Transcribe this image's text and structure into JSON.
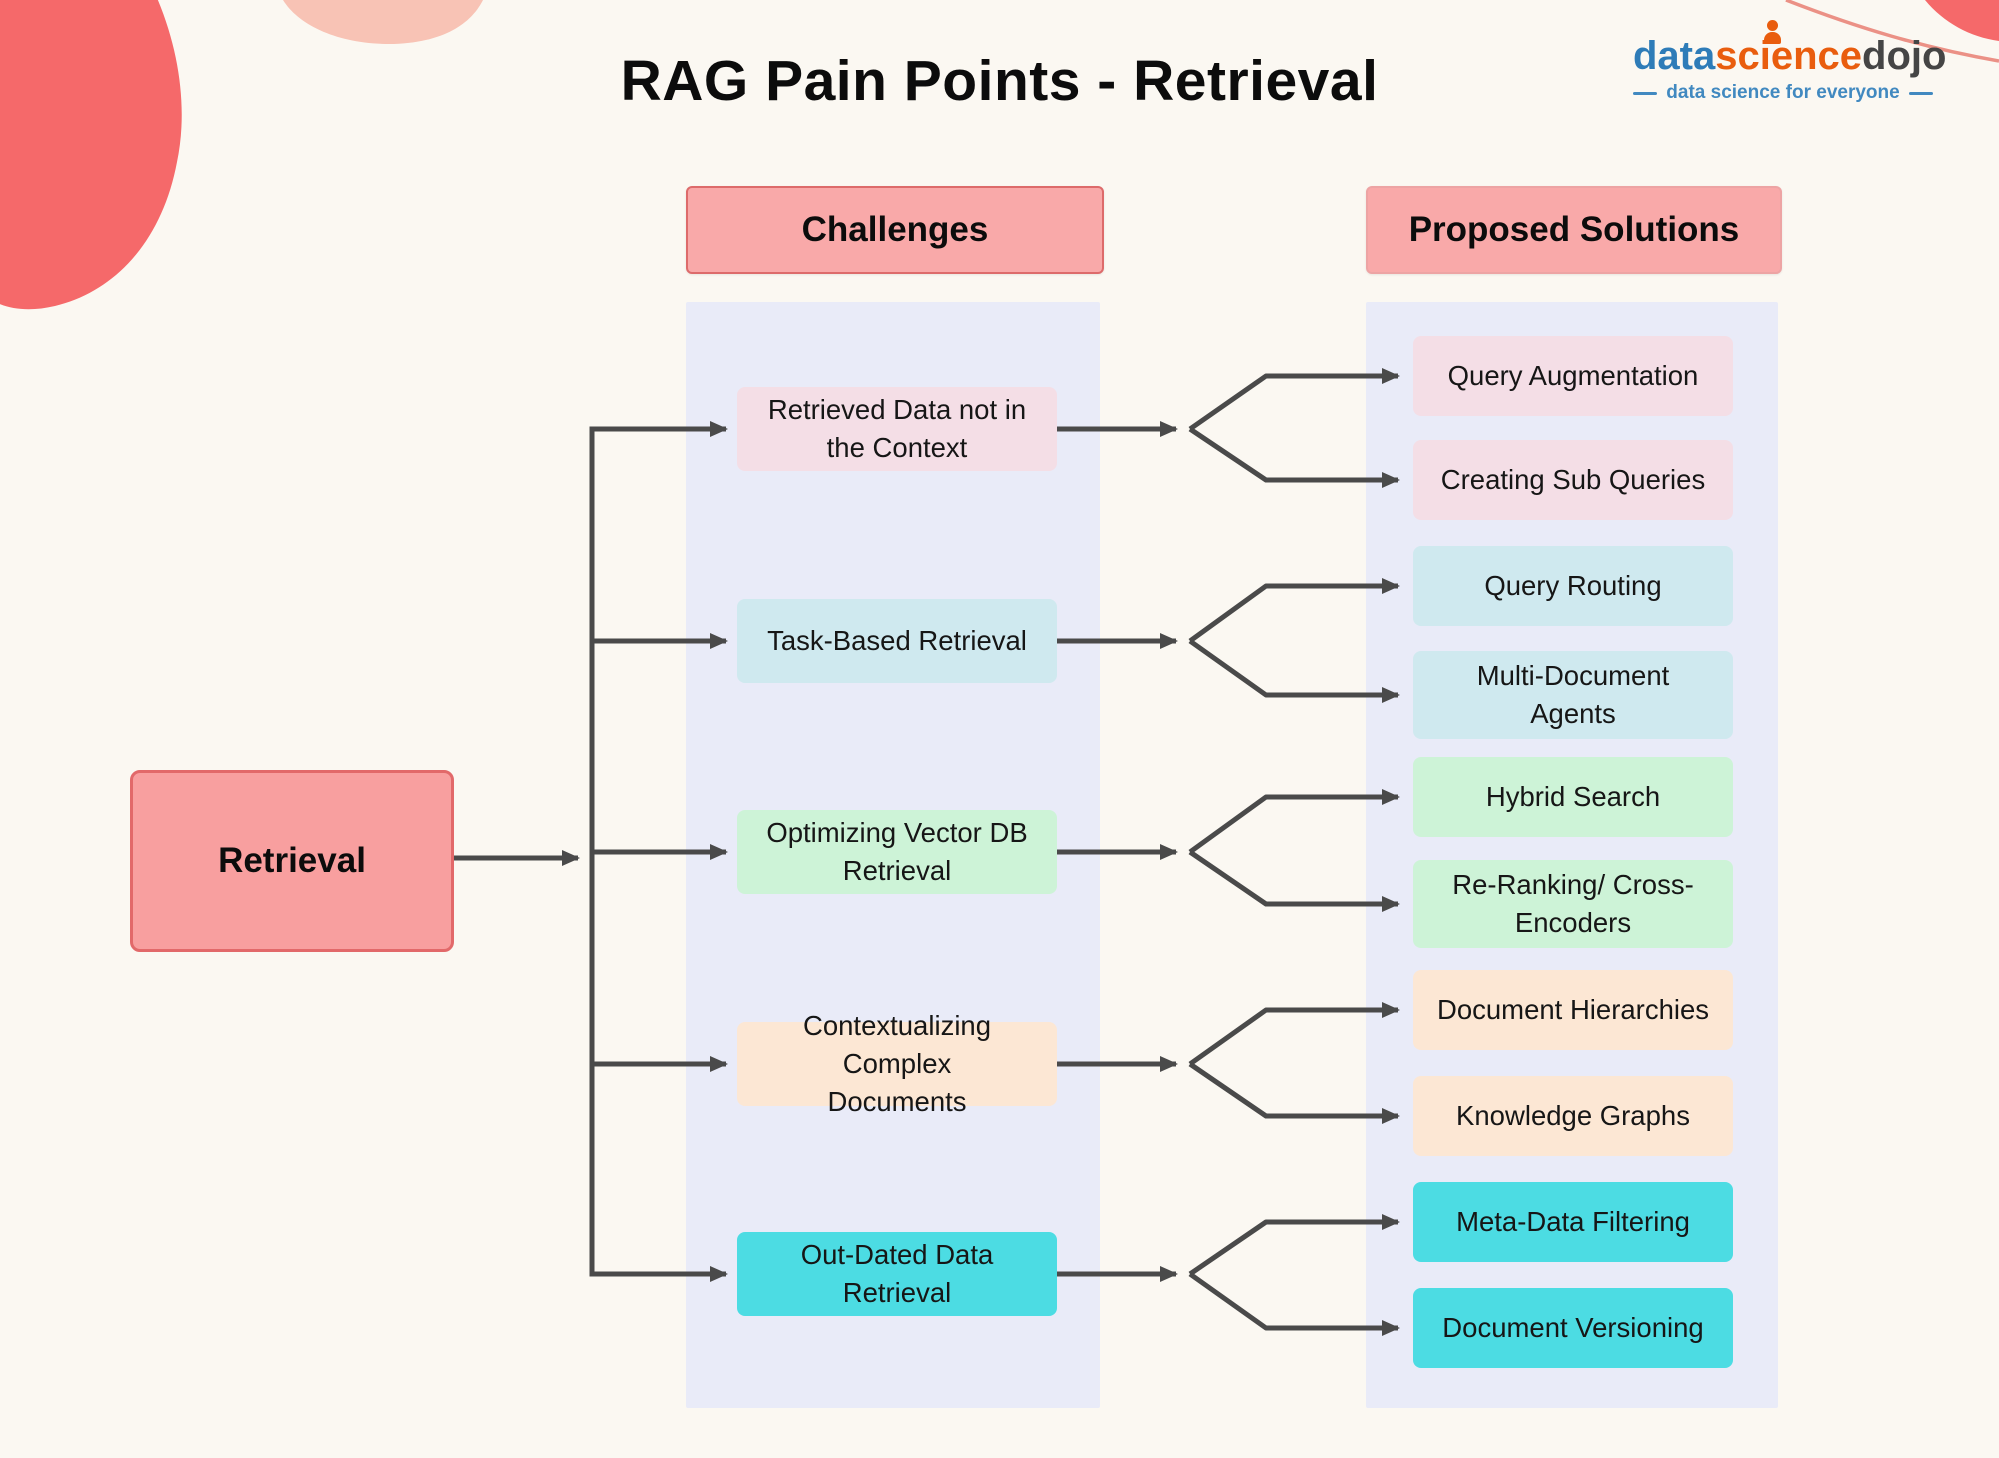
{
  "title": "RAG Pain Points - Retrieval",
  "logo": {
    "part1": "data",
    "part2": "science",
    "part3": "dojo",
    "tagline": "data science for everyone"
  },
  "palette": {
    "background": "#fbf8f2",
    "panel": "#e9ebf8",
    "header_fill": "#f9a9a9",
    "header_border": "#dd6b6b",
    "root_fill": "#f89f9f",
    "root_border": "#e2696a",
    "rose": "#f4dee6",
    "blue": "#cfe9ef",
    "green": "#cdf3d7",
    "peach": "#fce7d4",
    "cyan": "#4cdce3",
    "arrow": "#4a4a4a",
    "blob_coral": "#f5696a",
    "blob_salmon": "#f8c3b5",
    "logo_blue": "#2e7cb8",
    "logo_orange": "#e95d0e",
    "logo_dark": "#454545",
    "tagline_blue": "#4189c0"
  },
  "diagram": {
    "root": {
      "label": "Retrieval"
    },
    "columns": {
      "challenges": {
        "header": "Challenges"
      },
      "solutions": {
        "header": "Proposed Solutions"
      }
    },
    "challenges": [
      {
        "label": "Retrieved Data not in the Context",
        "color": "#f4dee6"
      },
      {
        "label": "Task-Based Retrieval",
        "color": "#cfe9ef"
      },
      {
        "label": "Optimizing Vector DB Retrieval",
        "color": "#cdf3d7"
      },
      {
        "label": "Contextualizing Complex Documents",
        "color": "#fce7d4"
      },
      {
        "label": "Out-Dated Data Retrieval",
        "color": "#4cdce3"
      }
    ],
    "solutions": [
      {
        "label": "Query Augmentation",
        "color": "#f4dee6"
      },
      {
        "label": "Creating Sub Queries",
        "color": "#f4dee6"
      },
      {
        "label": "Query Routing",
        "color": "#cfe9ef"
      },
      {
        "label": "Multi-Document Agents",
        "color": "#cfe9ef"
      },
      {
        "label": "Hybrid Search",
        "color": "#cdf3d7"
      },
      {
        "label": "Re-Ranking/ Cross-Encoders",
        "color": "#cdf3d7"
      },
      {
        "label": "Document Hierarchies",
        "color": "#fce7d4"
      },
      {
        "label": "Knowledge Graphs",
        "color": "#fce7d4"
      },
      {
        "label": "Meta-Data Filtering",
        "color": "#4cdce3"
      },
      {
        "label": "Document Versioning",
        "color": "#4cdce3"
      }
    ]
  }
}
